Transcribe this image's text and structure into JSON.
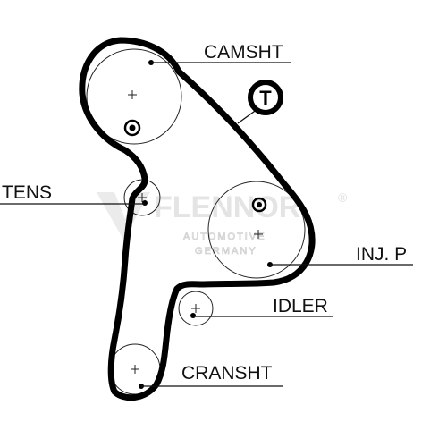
{
  "labels": {
    "camshaft": "CAMSHT",
    "tensioner": "TENS",
    "injection_pump": "INJ. P",
    "idler": "IDLER",
    "crankshaft": "CRANSHT",
    "timing_mark": "T"
  },
  "watermark": {
    "brand": "FLENNOR",
    "registered": "®",
    "line1": "AUTOMOTIVE",
    "line2": "GERMANY"
  },
  "colors": {
    "belt": "#000000",
    "line": "#222222",
    "watermark": "#e4e4e4"
  }
}
